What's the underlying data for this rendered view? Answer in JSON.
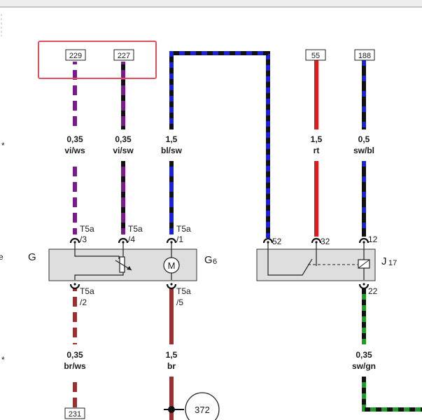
{
  "reference_boxes": [
    {
      "id": "ref-229",
      "label": "229"
    },
    {
      "id": "ref-227",
      "label": "227"
    },
    {
      "id": "ref-55",
      "label": "55"
    },
    {
      "id": "ref-188",
      "label": "188"
    },
    {
      "id": "ref-231",
      "label": "231"
    }
  ],
  "wires": [
    {
      "id": "w1",
      "size": "0,35",
      "color_code": "vi/ws"
    },
    {
      "id": "w2",
      "size": "0,35",
      "color_code": "vi/sw"
    },
    {
      "id": "w3",
      "size": "1,5",
      "color_code": "bl/sw"
    },
    {
      "id": "w4",
      "size": "1,5",
      "color_code": "rt"
    },
    {
      "id": "w5",
      "size": "0,5",
      "color_code": "sw/bl"
    },
    {
      "id": "w6",
      "size": "0,35",
      "color_code": "br/ws"
    },
    {
      "id": "w7",
      "size": "1,5",
      "color_code": "br"
    },
    {
      "id": "w8",
      "size": "0,35",
      "color_code": "sw/gn"
    }
  ],
  "connectors": {
    "t5a_3": {
      "name": "T5a",
      "pin": "/3"
    },
    "t5a_4": {
      "name": "T5a",
      "pin": "/4"
    },
    "t5a_1": {
      "name": "T5a",
      "pin": "/1"
    },
    "t5a_2": {
      "name": "T5a",
      "pin": "/2"
    },
    "t5a_5": {
      "name": "T5a",
      "pin": "/5"
    },
    "pin_52": "52",
    "pin_32": "32",
    "pin_12": "12",
    "pin_22": "22"
  },
  "components": {
    "sender_label": "G",
    "fuel_pump_label": "G",
    "fuel_pump_sub": "6",
    "motor_symbol": "M",
    "relay_label": "J",
    "relay_sub": "17"
  },
  "ground_point": "372",
  "left_margin_marks": {
    "star_1": "*",
    "letter_e": "e",
    "star_2": "*"
  },
  "colors": {
    "violet": "#7b1a8c",
    "black": "#111111",
    "blue": "#1a22d6",
    "red": "#e01b1b",
    "brown": "#9c3030",
    "green": "#1f9a2a",
    "component_fill": "#dedede",
    "highlight": "#e0505a"
  }
}
